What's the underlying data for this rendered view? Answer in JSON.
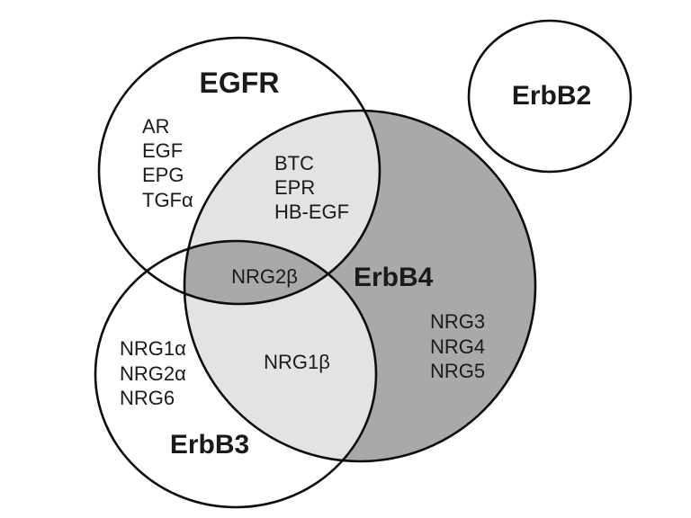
{
  "figure": {
    "title_implicit": "ErbB receptor family ligand Venn diagram",
    "background_color": "#ffffff",
    "outline_color": "#0d0d0d",
    "text_color": "#1a1a1a",
    "colors": {
      "erbb4_fill": "#a9a9a9",
      "pairwise_overlap_fill": "#e3e3e3",
      "triple_overlap_fill": "#a9a9a9",
      "white_circle_fill": "#ffffff"
    },
    "receptors": {
      "egfr": {
        "label": "EGFR"
      },
      "erbb2": {
        "label": "ErbB2"
      },
      "erbb3": {
        "label": "ErbB3"
      },
      "erbb4": {
        "label": "ErbB4"
      }
    },
    "regions": {
      "egfr_only": {
        "sets": "EGFR",
        "items": [
          "AR",
          "EGF",
          "EPG",
          "TGFα"
        ]
      },
      "egfr_erbb4": {
        "sets": "EGFR ∩ ErbB4",
        "items": [
          "BTC",
          "EPR",
          "HB-EGF"
        ]
      },
      "egfr_erbb3_erbb4": {
        "sets": "EGFR ∩ ErbB3 ∩ ErbB4",
        "items": [
          "NRG2β"
        ]
      },
      "erbb3_erbb4": {
        "sets": "ErbB3 ∩ ErbB4",
        "items": [
          "NRG1β"
        ]
      },
      "erbb3_only": {
        "sets": "ErbB3",
        "items": [
          "NRG1α",
          "NRG2α",
          "NRG6"
        ]
      },
      "erbb4_only": {
        "sets": "ErbB4",
        "items": [
          "NRG3",
          "NRG4",
          "NRG5"
        ]
      },
      "erbb2_only": {
        "sets": "ErbB2",
        "items": []
      }
    }
  }
}
